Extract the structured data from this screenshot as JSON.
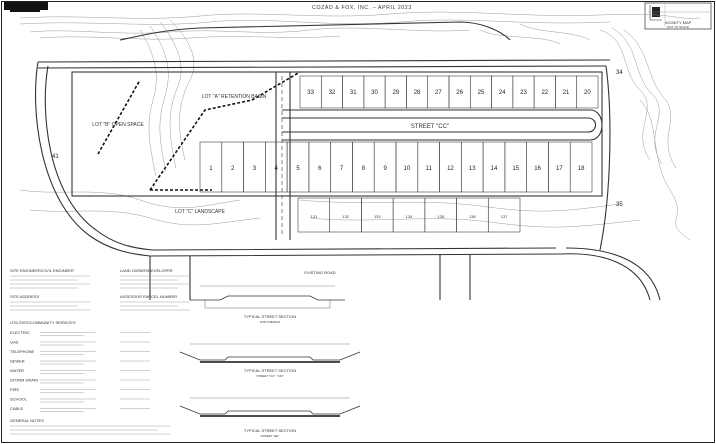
{
  "sheet": {
    "title": "COZAD & FOX, INC. – APRIL 2023",
    "vicinity_map_label": "VICINITY MAP",
    "vicinity_map_note": "NOT TO SCALE"
  },
  "site_plan": {
    "street_label": "STREET \"CC\"",
    "retention_basin_label": "LOT \"A\" RETENTION BASIN",
    "open_space_label": "LOT \"B\" OPEN SPACE",
    "landscape_lot_label": "LOT \"C\" LANDSCAPE",
    "frontage_road_label": "EXISTING ROAD",
    "north_row_lots": [
      "33",
      "32",
      "31",
      "30",
      "29",
      "28",
      "27",
      "26",
      "25",
      "24",
      "23",
      "22",
      "21",
      "20"
    ],
    "center_row_lots": [
      "1",
      "2",
      "3",
      "4",
      "5",
      "6",
      "7",
      "8",
      "9",
      "10",
      "11",
      "12",
      "13",
      "14",
      "15",
      "16",
      "17",
      "18"
    ],
    "west_lot": "41",
    "south_lots": [
      "131",
      "132",
      "133",
      "134",
      "135",
      "136",
      "137"
    ],
    "corner_lots": [
      "34",
      "35"
    ]
  },
  "notes": {
    "engineer_heading": "SITE ENGINEER/CIVIL ENGINEER",
    "developer_heading": "LAND OWNER/DEVELOPER",
    "site_address_heading": "SITE ADDRESS",
    "assessor_heading": "ASSESSOR PARCEL NUMBER",
    "utilities_heading": "UTILITIES/COMMUNITY SERVICES",
    "utility_rows": [
      "ELECTRIC",
      "GAS",
      "TELEPHONE",
      "SEWER",
      "WATER",
      "STORM DRAIN",
      "FIRE",
      "SCHOOL",
      "CABLE"
    ],
    "general_notes_heading": "GENERAL NOTES"
  },
  "sections": {
    "section_1_title": "TYPICAL STREET SECTION",
    "section_1_sub": "WITH MEDIAN",
    "section_2_title": "TYPICAL STREET SECTION",
    "section_2_sub": "STREET \"CC\", \"DD\"",
    "section_3_title": "TYPICAL STREET SECTION",
    "section_3_sub": "STREET \"EE\""
  }
}
